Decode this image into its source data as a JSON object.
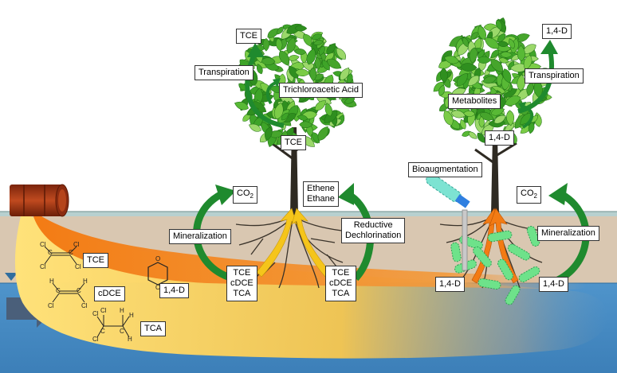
{
  "colors": {
    "sky": "#ffffff",
    "soil": "#d9c7b1",
    "ground_line": "#b7d0cf",
    "water": "#4a8fc7",
    "plume_yellow": "#ffe27a",
    "plume_orange": "#f38b1e",
    "arrow_green": "#1f8a2e",
    "leaf_green": "#4caf2a",
    "bacteria": "#6ee28a",
    "barrel": "#a13516"
  },
  "left_tree": {
    "transpiration": "Transpiration",
    "tce_air": "TCE",
    "tca_acid": "Trichloroacetic Acid",
    "tce_trunk": "TCE",
    "ethene": "Ethene",
    "ethane": "Ethane",
    "co2": "CO",
    "co2_sub": "2",
    "mineralization": "Mineralization",
    "reductive_1": "Reductive",
    "reductive_2": "Dechlorination",
    "root_left": [
      "TCE",
      "cDCE",
      "TCA"
    ],
    "root_right": [
      "TCE",
      "cDCE",
      "TCA"
    ]
  },
  "right_tree": {
    "air": "1,4-D",
    "transpiration": "Transpiration",
    "metabolites": "Metabolites",
    "trunk": "1,4-D",
    "bioaugmentation": "Bioaugmentation",
    "co2": "CO",
    "co2_sub": "2",
    "mineralization": "Mineralization",
    "root_left": "1,4-D",
    "root_right": "1,4-D"
  },
  "plume": {
    "tce": "TCE",
    "cdce": "cDCE",
    "tca": "TCA",
    "dioxane": "1,4-D"
  },
  "molecule_atoms": {
    "cl": "Cl",
    "c": "C",
    "h": "H",
    "o": "O"
  }
}
